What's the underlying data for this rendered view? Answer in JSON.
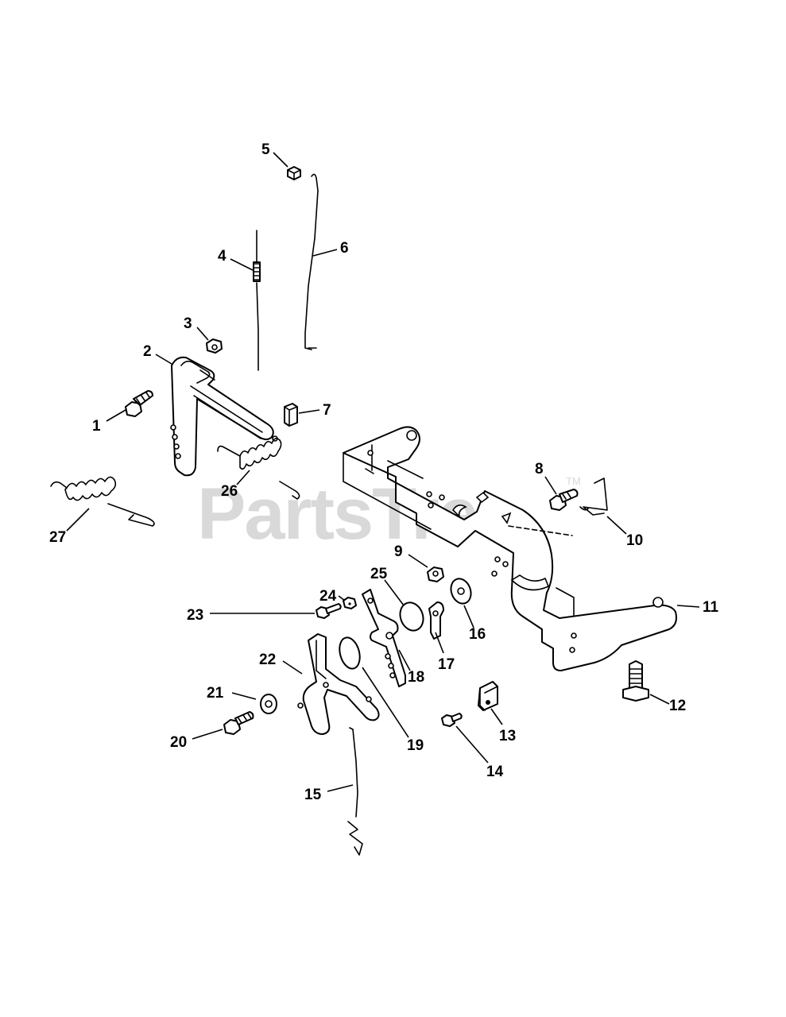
{
  "watermark": {
    "text": "PartsTree",
    "trademark": "TM"
  },
  "callouts": [
    "1",
    "2",
    "3",
    "4",
    "5",
    "6",
    "7",
    "8",
    "9",
    "10",
    "11",
    "12",
    "13",
    "14",
    "15",
    "16",
    "17",
    "18",
    "19",
    "20",
    "21",
    "22",
    "23",
    "24",
    "25",
    "26",
    "27"
  ]
}
